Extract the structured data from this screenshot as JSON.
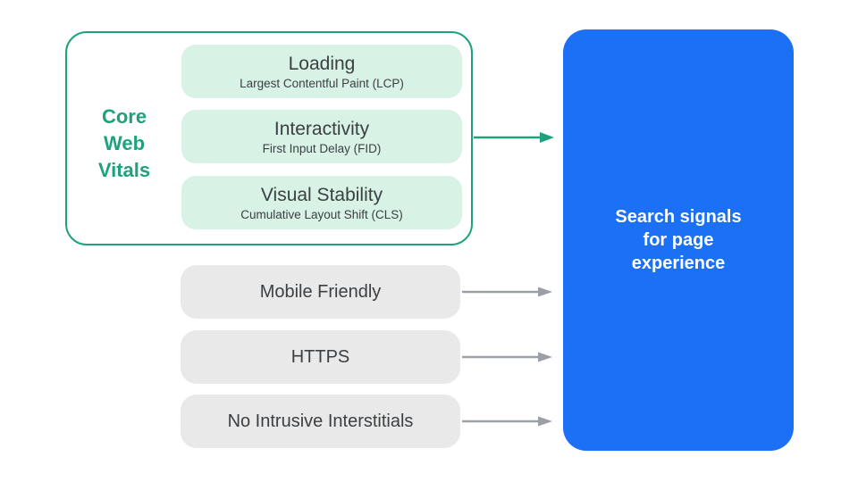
{
  "colors": {
    "green": "#1EA27D",
    "mint": "#D8F2E6",
    "blue": "#1B70F5",
    "graybox": "#E9E9E9",
    "dark": "#3C4043",
    "arrowgray": "#9AA0A6"
  },
  "core_web_vitals": {
    "label": "Core Web Vitals",
    "label_lines": [
      "Core",
      "Web",
      "Vitals"
    ],
    "items": [
      {
        "title": "Loading",
        "subtitle": "Largest Contentful Paint (LCP)"
      },
      {
        "title": "Interactivity",
        "subtitle": "First Input Delay (FID)"
      },
      {
        "title": "Visual Stability",
        "subtitle": "Cumulative Layout Shift (CLS)"
      }
    ]
  },
  "other_signals": [
    {
      "label": "Mobile Friendly"
    },
    {
      "label": "HTTPS"
    },
    {
      "label": "No Intrusive Interstitials"
    }
  ],
  "result": {
    "label": "Search signals for page experience",
    "lines": [
      "Search signals",
      "for page",
      "experience"
    ]
  }
}
